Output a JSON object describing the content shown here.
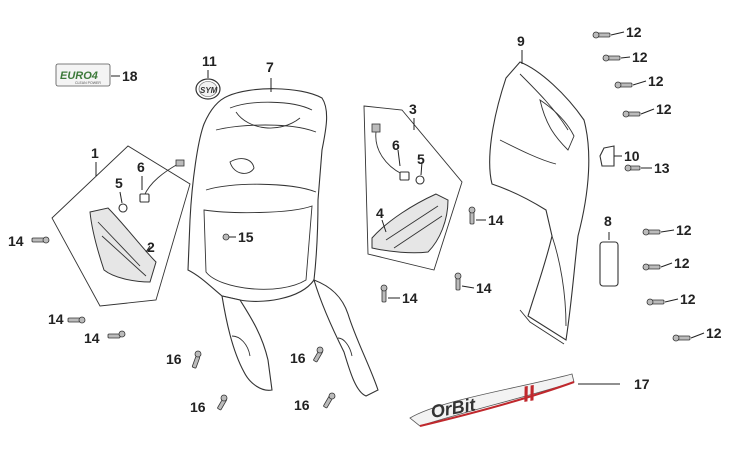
{
  "callouts": {
    "c1": "1",
    "c2": "2",
    "c3": "3",
    "c4": "4",
    "c5a": "5",
    "c5b": "5",
    "c6a": "6",
    "c6b": "6",
    "c7": "7",
    "c8": "8",
    "c9": "9",
    "c10": "10",
    "c11": "11",
    "c12a": "12",
    "c12b": "12",
    "c12c": "12",
    "c12d": "12",
    "c12e": "12",
    "c12f": "12",
    "c12g": "12",
    "c12h": "12",
    "c13": "13",
    "c14a": "14",
    "c14b": "14",
    "c14c": "14",
    "c14d": "14",
    "c14e": "14",
    "c14f": "14",
    "c15": "15",
    "c16a": "16",
    "c16b": "16",
    "c16c": "16",
    "c16d": "16",
    "c17": "17",
    "c18": "18"
  },
  "emblems": {
    "euro_badge_main": "EURO4",
    "euro_badge_sub": "CLEAN POWER",
    "brand_logo": "SYM",
    "model_decal_text": "OrBit",
    "model_decal_suffix": "II"
  },
  "colors": {
    "line": "#333333",
    "decal_red": "#c0282d",
    "badge_green": "#3d7a3a"
  }
}
